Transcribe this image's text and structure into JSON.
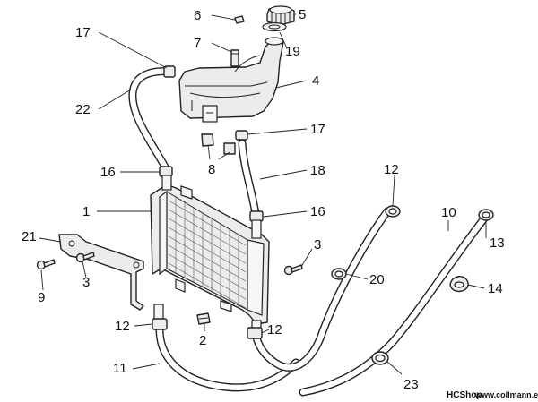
{
  "callouts": {
    "c1": "1",
    "c2": "2",
    "c3a": "3",
    "c3b": "3",
    "c4": "4",
    "c5": "5",
    "c6": "6",
    "c7": "7",
    "c8": "8",
    "c9": "9",
    "c10": "10",
    "c11": "11",
    "c12a": "12",
    "c12b": "12",
    "c12c": "12",
    "c13": "13",
    "c14": "14",
    "c16a": "16",
    "c16b": "16",
    "c17a": "17",
    "c17b": "17",
    "c18": "18",
    "c19": "19",
    "c20": "20",
    "c21": "21",
    "c22": "22",
    "c23": "23"
  },
  "watermark": {
    "shop": "HCShop",
    "url": "www.collmann.eu"
  }
}
